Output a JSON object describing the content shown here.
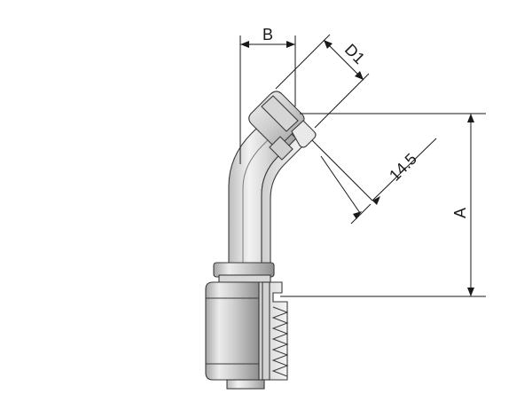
{
  "labels": {
    "b": "B",
    "d1": "D1",
    "a": "A",
    "offset": "14.5"
  },
  "colors": {
    "metal_light": "#e6e6e6",
    "metal_mid": "#b9b9b9",
    "metal_dark": "#8a8a8a",
    "outline": "#3a3a3a",
    "dimension": "#1a1a1a"
  }
}
